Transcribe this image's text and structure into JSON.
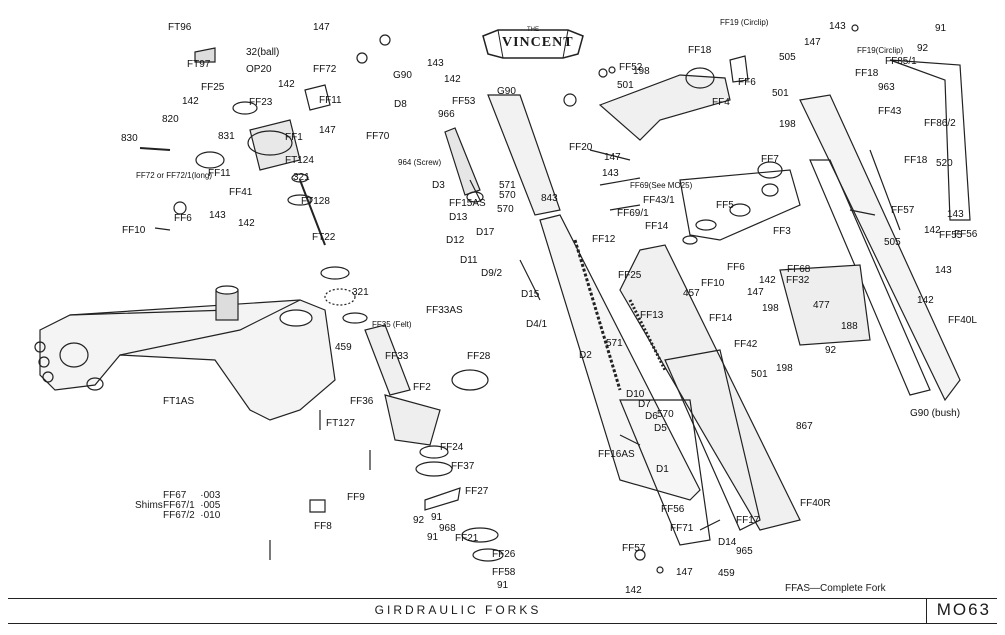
{
  "brand": {
    "small": "THE",
    "name": "VINCENT"
  },
  "footer": {
    "title": "GIRDRAULIC   FORKS",
    "code": "MO63"
  },
  "note": "FFAS—Complete Fork",
  "shims": {
    "prefix": "Shims",
    "rows": [
      {
        "part": "FF67",
        "value": "·003"
      },
      {
        "part": "FF67/1",
        "value": "·005"
      },
      {
        "part": "FF67/2",
        "value": "·010"
      }
    ]
  },
  "callouts": [
    "FT96",
    "FT97",
    "OP20",
    "32(ball)",
    "147",
    "FF72",
    "FF25",
    "FF23",
    "FF11",
    "142",
    "147",
    "820",
    "830",
    "831",
    "FF1",
    "142",
    "FT124",
    "FF72 or FF72/1(long)",
    "FF11",
    "FF41",
    "321",
    "FT128",
    "FF6",
    "143",
    "142",
    "FF10",
    "FT22",
    "G90",
    "143",
    "142",
    "D8",
    "966",
    "FF53",
    "G90",
    "FF70",
    "964 (Screw)",
    "D3",
    "FF15AS",
    "D13",
    "D17",
    "D12",
    "D11",
    "D9/2",
    "D15",
    "D4/1",
    "570",
    "571",
    "570",
    "843",
    "FF20",
    "147",
    "143",
    "FF69(See MO25)",
    "FF69/1",
    "FF43/1",
    "FF14",
    "FF12",
    "FF25",
    "FF13",
    "FF5",
    "FF3",
    "FF6",
    "FF10",
    "457",
    "142",
    "147",
    "FF68",
    "198",
    "FF19 (Circlip)",
    "143",
    "147",
    "505",
    "FF19(Circlip)",
    "92",
    "91",
    "FF85/1",
    "FF18",
    "963",
    "FF52",
    "501",
    "198",
    "FF4",
    "FF18",
    "FF6",
    "501",
    "198",
    "FF43",
    "FF86/2",
    "FF7",
    "FF18",
    "520",
    "FF57",
    "143",
    "142",
    "505",
    "FF55",
    "FF56",
    "143",
    "FF32",
    "477",
    "142",
    "188",
    "92",
    "FF40L",
    "G90 (bush)",
    "321",
    "FF35 (Felt)",
    "FF33AS",
    "459",
    "FF33",
    "FF28",
    "FF2",
    "FF36",
    "FT1AS",
    "FT127",
    "FF24",
    "FF37",
    "FF27",
    "FF9",
    "92",
    "91",
    "968",
    "91",
    "FF21",
    "FF26",
    "FF58",
    "91",
    "FF8",
    "D2",
    "571",
    "D10",
    "D7",
    "D6",
    "D5",
    "570",
    "FF16AS",
    "D1",
    "FF14",
    "FF42",
    "501",
    "198",
    "867",
    "FF56",
    "FF71",
    "FF17",
    "D14",
    "965",
    "FF57",
    "459",
    "147",
    "142",
    "FF40R"
  ]
}
